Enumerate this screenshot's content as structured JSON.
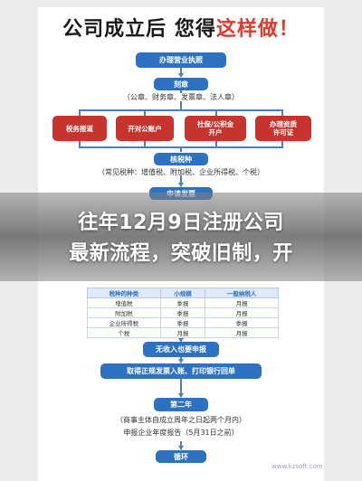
{
  "flowchart": {
    "title": {
      "prefix": "公司成立后 您得",
      "highlight": "这样做！"
    },
    "step_license": "办理营业执照",
    "step_seal": "刻章",
    "seal_note": "（公章、财务章、发票章、法人章）",
    "branches": [
      "税务报道",
      "开对公账户",
      "社保/公积金\n开户",
      "办理资质\n许可证"
    ],
    "step_tax_types": "核税种",
    "tax_types_note": "（常见税种：增值税、附加税、企业所得税、个税）",
    "step_obscured": "申请发票",
    "overlay_text": [
      "往年12月9日注册公司",
      "最新流程，突破旧制，开"
    ],
    "table": {
      "headers": [
        "税种的种类",
        "小规模",
        "一般纳税人"
      ],
      "rows": [
        [
          "增值税",
          "季报",
          "月报"
        ],
        [
          "附加税",
          "季报",
          "月报"
        ],
        [
          "企业所得税",
          "季报",
          "季报"
        ],
        [
          "个税",
          "月报",
          "月报"
        ]
      ]
    },
    "step_no_income": "无收入也要申报",
    "step_bookkeeping": "取得正规发票入账、打印银行回单",
    "step_second_year": "第二年",
    "second_year_note": [
      "（商事主体自成立周年之日起两个月内）",
      "申报企业年度报告（5月31日之前）"
    ],
    "step_cycle": "循环",
    "watermark": "www.kzsoft.com"
  }
}
